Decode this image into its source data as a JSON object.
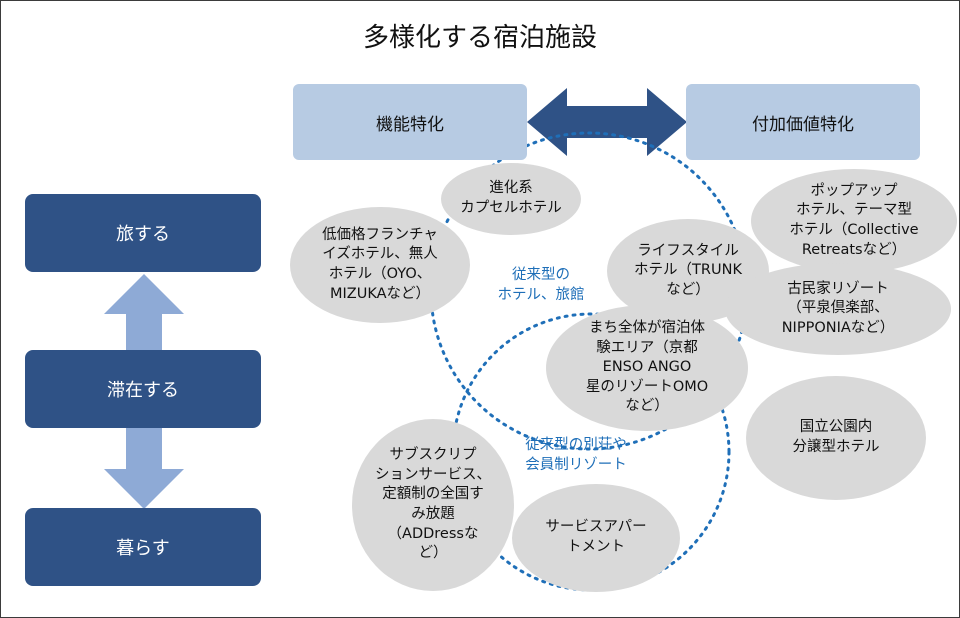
{
  "title": "多様化する宿泊施設",
  "top_tags": {
    "left": "機能特化",
    "right": "付加価値特化"
  },
  "left_boxes": [
    "旅する",
    "滞在する",
    "暮らす"
  ],
  "circle_labels": {
    "traditional_hotels": "従来型の\nホテル、旅館",
    "villas_resorts": "従来型の別荘や\n会員制リゾート"
  },
  "ellipses": {
    "capsule": "進化系\nカプセルホテル",
    "franchise": "低価格フランチャ\nイズホテル、無人\nホテル（OYO、\nMIZUKAなど）",
    "popup": "ポップアップ\nホテル、テーマ型\nホテル（Collective\nRetreatsなど）",
    "lifestyle": "ライフスタイル\nホテル（TRUNK\nなど）",
    "kominka": "古民家リゾート\n（平泉倶楽部、\nNIPPONIAなど）",
    "town": "まち全体が宿泊体\n験エリア（京都\nENSO ANGO\n星のリゾートOMO\nなど）",
    "park": "国立公園内\n分譲型ホテル",
    "subscription": "サブスクリプ\nションサービス、\n定額制の全国す\nみ放題\n（ADDressな\nど）",
    "apartment": "サービスアパー\nトメント"
  },
  "colors": {
    "navy": "#2f5286",
    "light_blue": "#b7cbe3",
    "arrow_light": "#8eaad6",
    "arrow_dark": "#2f5286",
    "ellipse": "#d9d9d9",
    "dotted": "#1f6fb8"
  }
}
